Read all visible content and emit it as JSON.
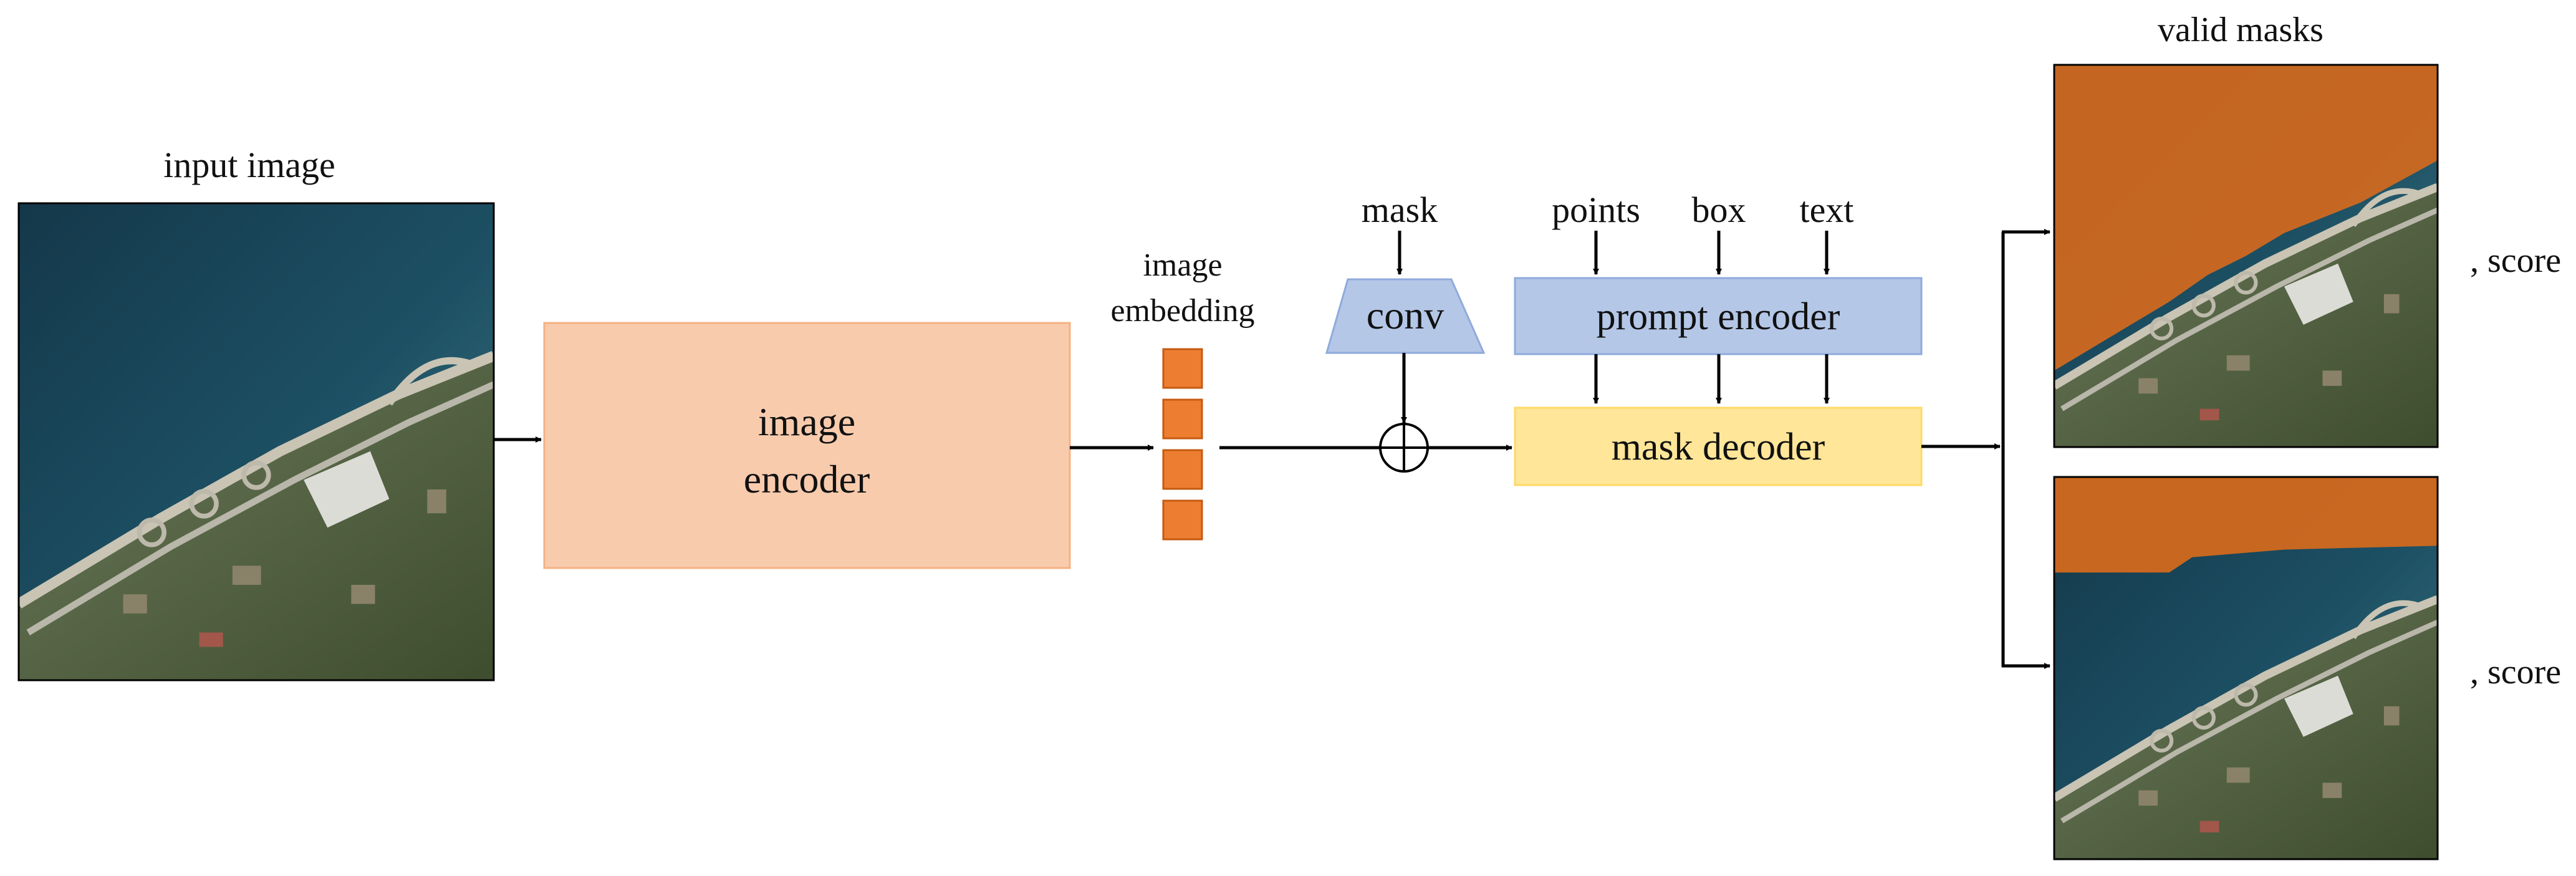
{
  "input": {
    "label": "input image"
  },
  "image_encoder": {
    "label_line1": "image",
    "label_line2": "encoder"
  },
  "embedding": {
    "label_line1": "image",
    "label_line2": "embedding"
  },
  "mask_input": {
    "label": "mask"
  },
  "conv": {
    "label": "conv"
  },
  "prompts": {
    "points": "points",
    "box": "box",
    "text": "text"
  },
  "prompt_encoder": {
    "label": "prompt encoder"
  },
  "mask_decoder": {
    "label": "mask decoder"
  },
  "outputs": {
    "title": "valid masks",
    "score_1": ", score",
    "score_2": ", score"
  },
  "colors": {
    "image_encoder": "#f8cbad",
    "embedding_token": "#ed7d31",
    "prompt_blocks": "#b4c7e7",
    "mask_decoder": "#ffe699",
    "mask_overlay": "#d2691e",
    "sea": "#1d4a5c",
    "land": "#4a5a3a"
  }
}
